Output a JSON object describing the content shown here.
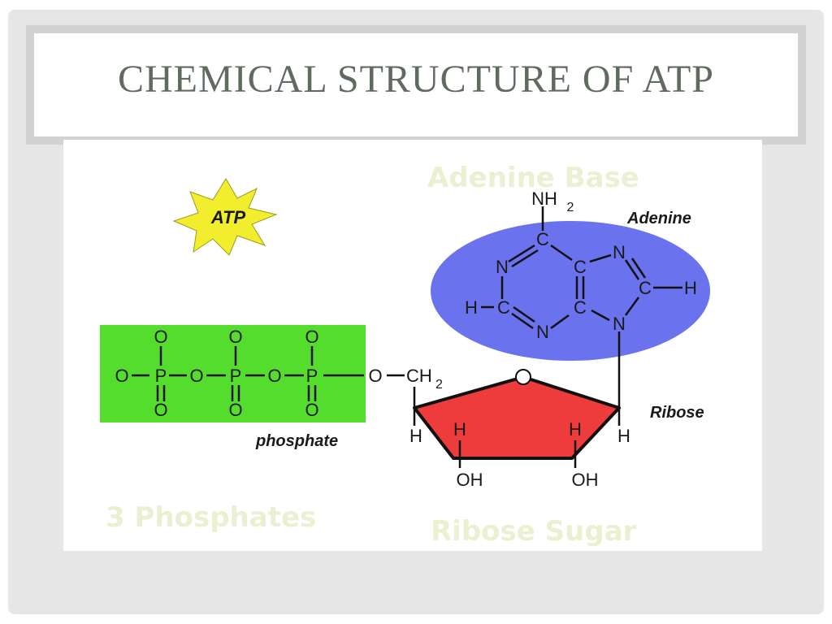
{
  "slide": {
    "title": "Chemical Structure of ATP"
  },
  "figure": {
    "annotations": {
      "adenine_base": "Adenine Base",
      "three_phosphates": "3 Phosphates",
      "ribose_sugar": "Ribose Sugar"
    },
    "star_label": "ATP",
    "labels": {
      "adenine": "Adenine",
      "ribose": "Ribose",
      "phosphate": "phosphate"
    },
    "atoms": {
      "oxygen": "O",
      "phosphorus": "P",
      "carbon": "C",
      "nitrogen": "N",
      "hydrogen": "H",
      "hydroxyl": "OH",
      "nh": "NH",
      "nh_sub": "2",
      "ch": "CH",
      "ch_sub": "2"
    },
    "colors": {
      "phosphate_box": "#55dd2e",
      "adenine_ellipse": "#6a72ee",
      "ribose_ring": "#ee3b3b",
      "star": "#f2ee2e",
      "annotation_text": "#ecf0d2",
      "title_text": "#606b60"
    }
  }
}
